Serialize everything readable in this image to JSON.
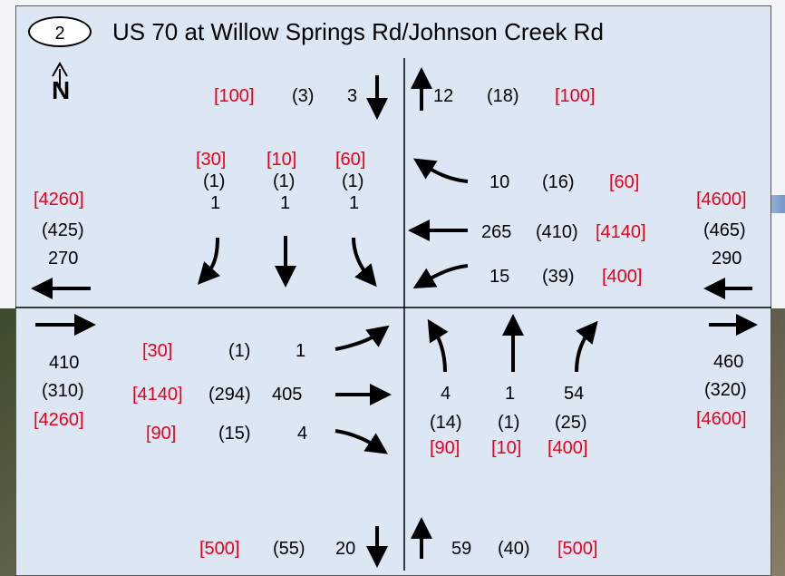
{
  "colors": {
    "panel": "#dce7f3",
    "bracket_values": "#e8001c",
    "text": "#000000"
  },
  "header": {
    "site_number": "2",
    "title": "US 70 at Willow Springs Rd/Johnson Creek Rd"
  },
  "north_arrow": {
    "label": "N"
  },
  "north_leg": {
    "southbound_out": {
      "bracket": "[100]",
      "paren": "(3)",
      "value": "3"
    },
    "northbound_exit": {
      "value": "12",
      "paren": "(18)",
      "bracket": "[100]"
    },
    "approach": {
      "brackets": [
        "[30]",
        "[10]",
        "[60]"
      ],
      "parens": [
        "(1)",
        "(1)",
        "(1)"
      ],
      "values": [
        "1",
        "1",
        "1"
      ]
    }
  },
  "east_leg": {
    "left": {
      "value": "10",
      "paren": "(16)",
      "bracket": "[60]"
    },
    "through": {
      "value": "265",
      "paren": "(410)",
      "bracket": "[4140]"
    },
    "right": {
      "value": "15",
      "paren": "(39)",
      "bracket": "[400]"
    },
    "approach_total": {
      "bracket": "[4600]",
      "paren": "(465)",
      "value": "290"
    },
    "exit_total": {
      "value": "460",
      "paren": "(320)",
      "bracket": "[4600]"
    }
  },
  "west_leg": {
    "exit_total": {
      "bracket": "[4260]",
      "paren": "(425)",
      "value": "270"
    },
    "approach_total": {
      "value": "410",
      "paren": "(310)",
      "bracket": "[4260]"
    },
    "left": {
      "bracket": "[30]",
      "paren": "(1)",
      "value": "1"
    },
    "through": {
      "bracket": "[4140]",
      "paren": "(294)",
      "value": "405"
    },
    "right": {
      "bracket": "[90]",
      "paren": "(15)",
      "value": "4"
    }
  },
  "south_leg": {
    "approach": {
      "values": [
        "4",
        "1",
        "54"
      ],
      "parens": [
        "(14)",
        "(1)",
        "(25)"
      ],
      "brackets": [
        "[90]",
        "[10]",
        "[400]"
      ]
    },
    "southbound_exit": {
      "bracket": "[500]",
      "paren": "(55)",
      "value": "20"
    },
    "northbound_in": {
      "value": "59",
      "paren": "(40)",
      "bracket": "[500]"
    }
  }
}
